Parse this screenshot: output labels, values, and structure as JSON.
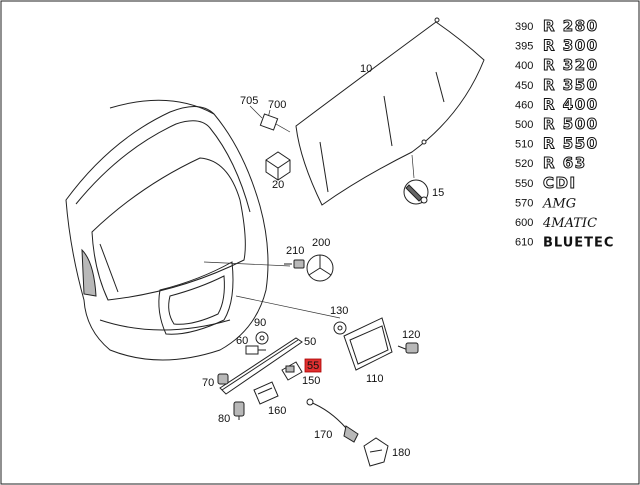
{
  "parts": {
    "p10": "10",
    "p15": "15",
    "p20": "20",
    "p50": "50",
    "p55": "55",
    "p60": "60",
    "p70": "70",
    "p80": "80",
    "p90": "90",
    "p110": "110",
    "p120": "120",
    "p130": "130",
    "p150": "150",
    "p160": "160",
    "p170": "170",
    "p180": "180",
    "p200": "200",
    "p210": "210",
    "p700": "700",
    "p705": "705"
  },
  "highlight_color": "#e03030",
  "badges": [
    {
      "num": "390",
      "text": "R 280"
    },
    {
      "num": "395",
      "text": "R 300"
    },
    {
      "num": "400",
      "text": "R 320"
    },
    {
      "num": "450",
      "text": "R 350"
    },
    {
      "num": "460",
      "text": "R 400"
    },
    {
      "num": "500",
      "text": "R 500"
    },
    {
      "num": "510",
      "text": "R 550"
    },
    {
      "num": "520",
      "text": "R 63"
    },
    {
      "num": "550",
      "text": "CDI"
    },
    {
      "num": "570",
      "text": "AMG"
    },
    {
      "num": "600",
      "text": "4MATIC"
    },
    {
      "num": "610",
      "text": "BLUETEC"
    }
  ]
}
